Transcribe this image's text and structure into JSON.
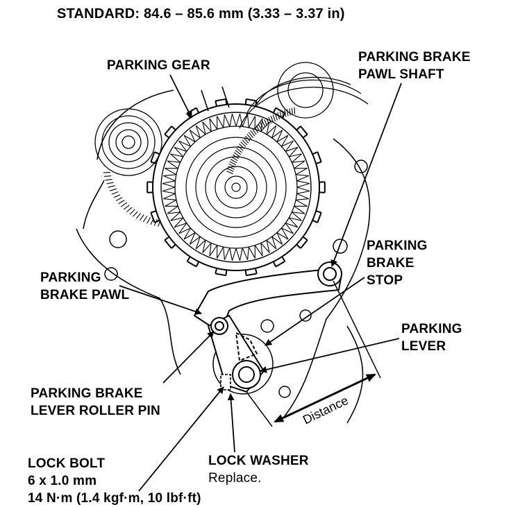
{
  "header": {
    "standard": "STANDARD: 84.6 – 85.6 mm (3.33 – 3.37 in)"
  },
  "labels": {
    "parking_gear": "PARKING GEAR",
    "pawl_shaft": [
      "PARKING BRAKE",
      "PAWL SHAFT"
    ],
    "brake_stop": [
      "PARKING",
      "BRAKE",
      "STOP"
    ],
    "brake_pawl": [
      "PARKING",
      "BRAKE PAWL"
    ],
    "parking_lever": [
      "PARKING",
      "LEVER"
    ],
    "roller_pin": [
      "PARKING BRAKE",
      "LEVER ROLLER PIN"
    ],
    "distance": "Distance",
    "lock_bolt": [
      "LOCK BOLT",
      "6 x 1.0 mm",
      "14 N·m (1.4 kgf·m, 10 lbf·ft)"
    ],
    "lock_washer": "LOCK WASHER",
    "lock_washer_note": "Replace."
  }
}
